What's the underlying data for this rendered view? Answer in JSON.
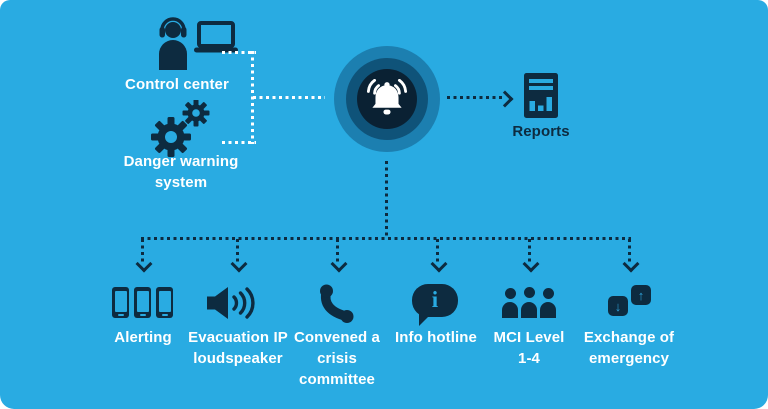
{
  "diagram": {
    "title_none": "",
    "colors": {
      "background": "#29abe2",
      "icon_navy": "#0d2b40",
      "label_white": "#ffffff",
      "hub_ring_outer": "#1c7fb0",
      "hub_ring_mid": "#0f5379",
      "hub_core": "#0a2133"
    },
    "sources": {
      "control_center": {
        "label": "Control center",
        "icon": "operator-headset-laptop-icon"
      },
      "danger_warning_system": {
        "label": "Danger warning system",
        "icon": "gears-icon"
      }
    },
    "hub": {
      "icon": "alarm-bell-icon"
    },
    "reports": {
      "label": "Reports",
      "icon": "report-document-chart-icon"
    },
    "outputs": [
      {
        "id": "alerting",
        "label": "Alerting",
        "icon": "smartphones-icon"
      },
      {
        "id": "evacuation-ip-loudspeaker",
        "label": "Evacuation IP loudspeaker",
        "icon": "loudspeaker-icon"
      },
      {
        "id": "crisis-committee",
        "label": "Convened a crisis committee",
        "icon": "phone-handset-icon"
      },
      {
        "id": "info-hotline",
        "label": "Info hotline",
        "icon": "info-speech-bubble-icon",
        "bubble_glyph": "i"
      },
      {
        "id": "mci-level",
        "label": "MCI Level 1-4",
        "icon": "people-group-icon"
      },
      {
        "id": "exchange-emergency",
        "label": "Exchange of emergency",
        "icon": "exchange-arrows-icon",
        "down_arrow": "↓",
        "up_arrow": "↑"
      }
    ]
  }
}
